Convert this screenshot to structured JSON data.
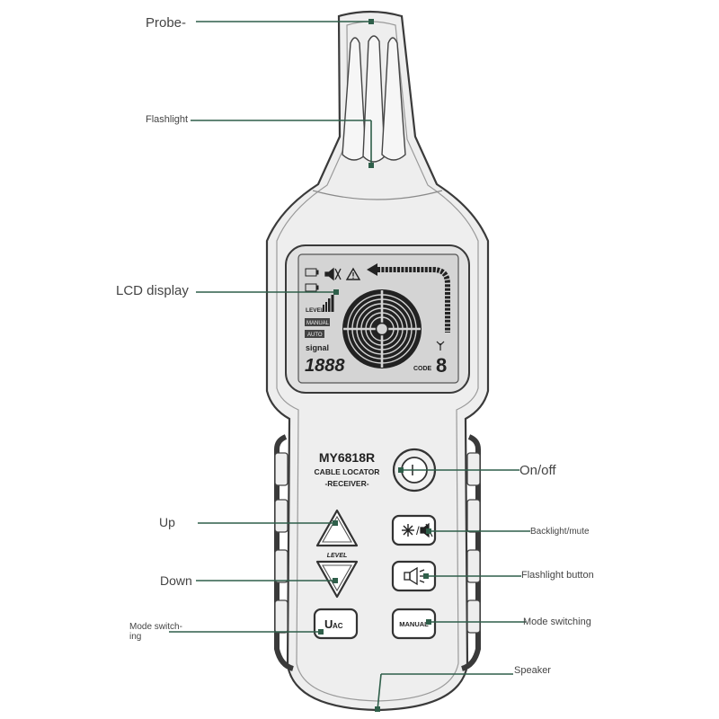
{
  "device": {
    "model": "MY6818R",
    "subtitle": "CABLE LOCATOR",
    "subtitle2": "-RECEIVER-",
    "level_label": "LEVEL",
    "uac_main": "U",
    "uac_sub": "AC",
    "manual_button": "MANUAL",
    "outline_color": "#3a3a3a",
    "body_color": "#eeeeee",
    "leader_color": "#2f5f4a"
  },
  "lcd": {
    "level": "LEVEL",
    "manual": "MANUAL",
    "auto": "AUTO",
    "signal": "signal",
    "digits": "1888",
    "code_label": "CODE",
    "code_value": "8",
    "screen_color": "#d4d4d4"
  },
  "callouts": {
    "probe": "Probe-",
    "flashlight": "Flashlight",
    "lcd_display": "LCD display",
    "on_off": "On/off",
    "up": "Up",
    "backlight_mute": "Backlight/mute",
    "down": "Down",
    "flashlight_button": "Flashlight button",
    "mode_switching_left": "Mode switch-\ning",
    "mode_switching_right": "Mode switching",
    "speaker": "Speaker"
  }
}
